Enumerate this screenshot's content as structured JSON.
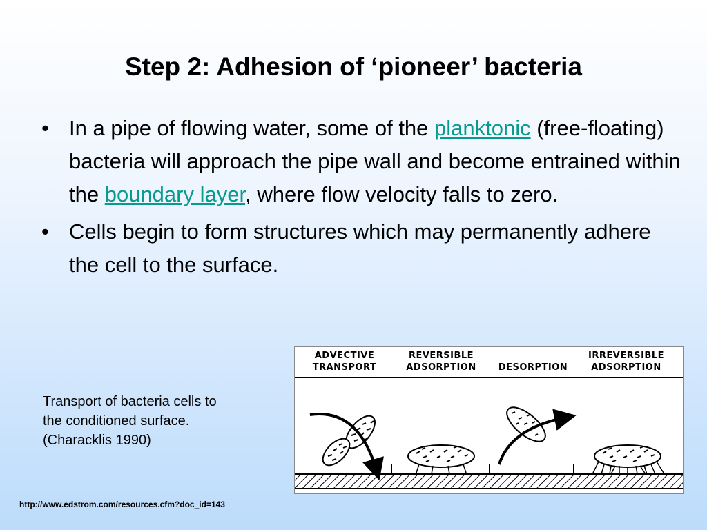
{
  "slide": {
    "title": "Step 2: Adhesion of ‘pioneer’ bacteria",
    "bullets": [
      {
        "before": "In a pipe of flowing water, some of the ",
        "link1": "planktonic",
        "middle": " (free-floating) bacteria will approach the pipe wall and become entrained within the ",
        "link2": "boundary layer",
        "after": ", where flow velocity falls to zero."
      },
      {
        "text": "Cells begin to form structures which may permanently adhere the cell to the surface."
      }
    ],
    "bullet_glyph": "•",
    "link_color": "#089a8f",
    "caption": {
      "line1": "Transport of bacteria cells to",
      "line2": "the conditioned surface.",
      "line3": "(Characklis 1990)"
    },
    "figure": {
      "labels": {
        "advective_1": "ADVECTIVE",
        "advective_2": "TRANSPORT",
        "reversible_1": "REVERSIBLE",
        "reversible_2": "ADSORPTION",
        "desorption": "DESORPTION",
        "irreversible_1": "IRREVERSIBLE",
        "irreversible_2": "ADSORPTION"
      }
    },
    "source_url": "http://www.edstrom.com/resources.cfm?doc_id=143"
  }
}
